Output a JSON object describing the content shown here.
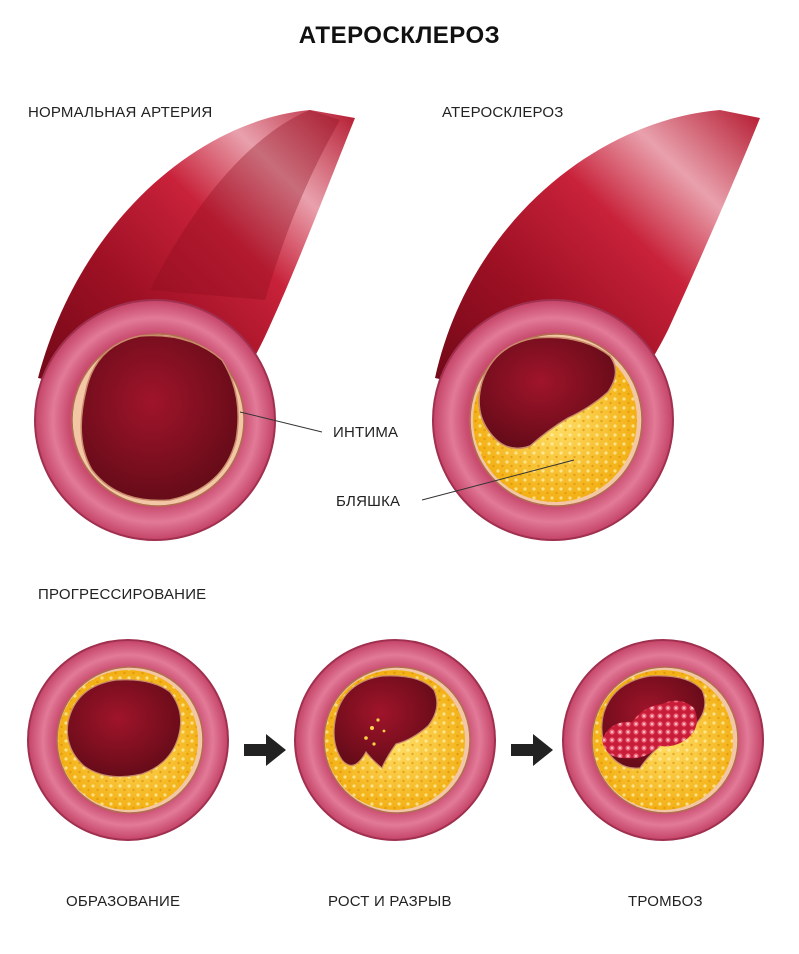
{
  "title": "АТЕРОСКЛЕРОЗ",
  "top_left_caption": "НОРМАЛЬНАЯ АРТЕРИЯ",
  "top_right_caption": "АТЕРОСКЛЕРОЗ",
  "intima_label": "ИНТИМА",
  "plaque_label": "БЛЯШКА",
  "progression_caption": "ПРОГРЕССИРОВАНИЕ",
  "stages": [
    {
      "label": "ОБРАЗОВАНИЕ"
    },
    {
      "label": "РОСТ И РАЗРЫВ"
    },
    {
      "label": "ТРОМБОЗ"
    }
  ],
  "colors": {
    "vessel_dark": "#7a0c1a",
    "vessel_mid": "#b3142b",
    "wall_pink": "#e2708f",
    "lumen": "#7e0e1e",
    "plaque": "#f5b800",
    "thrombus": "#e0384f"
  }
}
